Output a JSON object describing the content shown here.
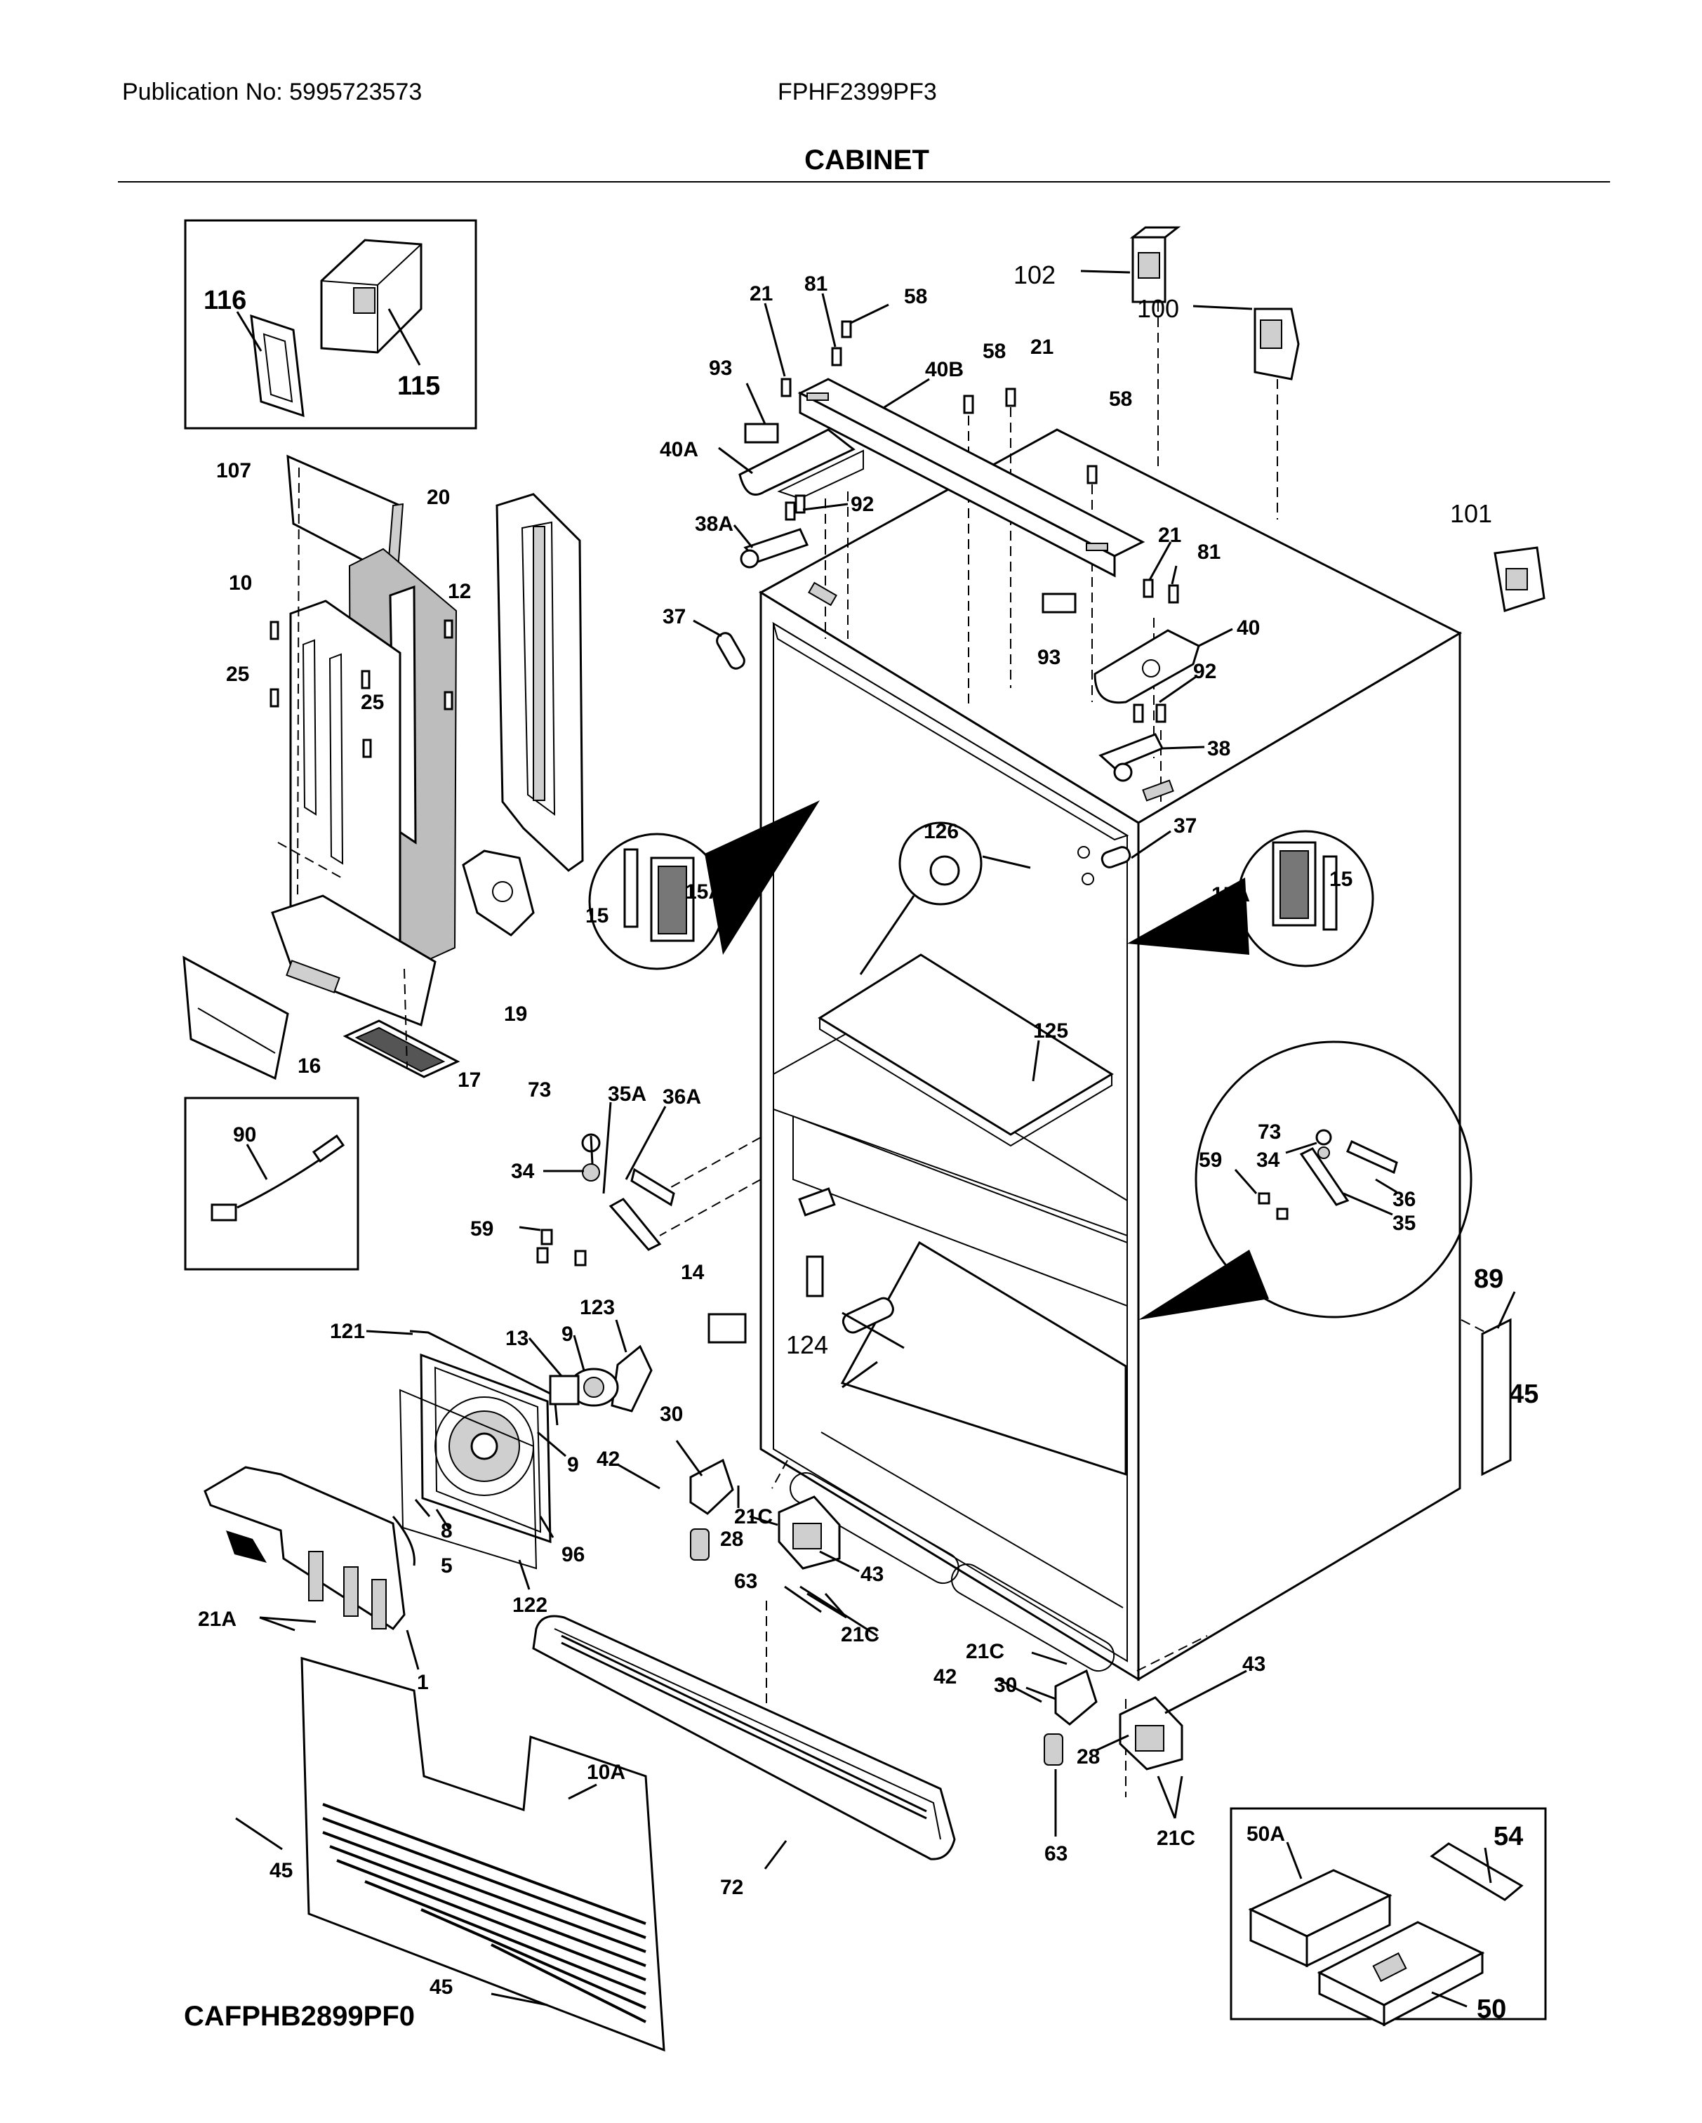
{
  "header": {
    "publication": "Publication No: 5995723573",
    "model": "FPHF2399PF3",
    "title": "CABINET"
  },
  "footer": {
    "diagram_code": "CAFPHB2899PF0"
  },
  "callouts": {
    "c116": "116",
    "c115": "115",
    "c107": "107",
    "c20": "20",
    "c10": "10",
    "c12": "12",
    "c25a": "25",
    "c25b": "25",
    "c19": "19",
    "c16": "16",
    "c17": "17",
    "c90": "90",
    "c21a": "21",
    "c81a": "81",
    "c58a": "58",
    "c93a": "93",
    "c40B": "40B",
    "c58b": "58",
    "c21b": "21",
    "c40A": "40A",
    "c58c": "58",
    "c92a": "92",
    "c38A": "38A",
    "c37a": "37",
    "c102": "102",
    "c100": "100",
    "c101": "101",
    "c21c": "21",
    "c81b": "81",
    "c40": "40",
    "c93b": "93",
    "c92b": "92",
    "c38": "38",
    "c37b": "37",
    "c126": "126",
    "c15a": "15",
    "c15Aa": "15A",
    "c15Ab": "15A",
    "c15b": "15",
    "c125": "125",
    "c73a": "73",
    "c35A": "35A",
    "c36A": "36A",
    "c34a": "34",
    "c59a": "59",
    "c73b": "73",
    "c34b": "34",
    "c59b": "59",
    "c36": "36",
    "c35": "35",
    "c14": "14",
    "c123": "123",
    "c121": "121",
    "c13": "13",
    "c9a": "9",
    "c9b": "9",
    "c30a": "30",
    "c42a": "42",
    "c21Ca": "21C",
    "c28a": "28",
    "c63a": "63",
    "c43a": "43",
    "c21Cb": "21C",
    "c124": "124",
    "c89": "89",
    "c45a": "45",
    "c8": "8",
    "c5": "5",
    "c96": "96",
    "c122": "122",
    "c21Aa": "21A",
    "c1": "1",
    "c10A": "10A",
    "c72": "72",
    "c45b": "45",
    "c45c": "45",
    "c21Cc": "21C",
    "c42b": "42",
    "c30b": "30",
    "c43b": "43",
    "c28b": "28",
    "c63b": "63",
    "c21Cd": "21C",
    "c50A": "50A",
    "c54": "54",
    "c50": "50"
  }
}
